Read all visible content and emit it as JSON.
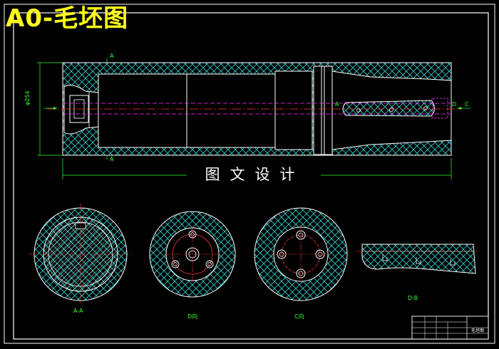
{
  "title": "A0-毛坯图",
  "caption": "图文设计",
  "labels": {
    "section_top": "A",
    "section_bottom": "A",
    "dim_left": "φ254",
    "view_d_marker": "D",
    "view_c_marker": "C",
    "right_marker_a": "A",
    "view_aa": "A-A",
    "view_d": "D向",
    "view_c": "C向",
    "view_db": "D-B"
  },
  "title_block": {
    "name": "毛坯图"
  },
  "colors": {
    "background": "#000000",
    "outline": "#ffffff",
    "hatch": "#33e0e0",
    "dimension": "#33ff33",
    "centerline": "#ff3333",
    "hidden": "#ff33ff",
    "title": "#ffff1a"
  }
}
